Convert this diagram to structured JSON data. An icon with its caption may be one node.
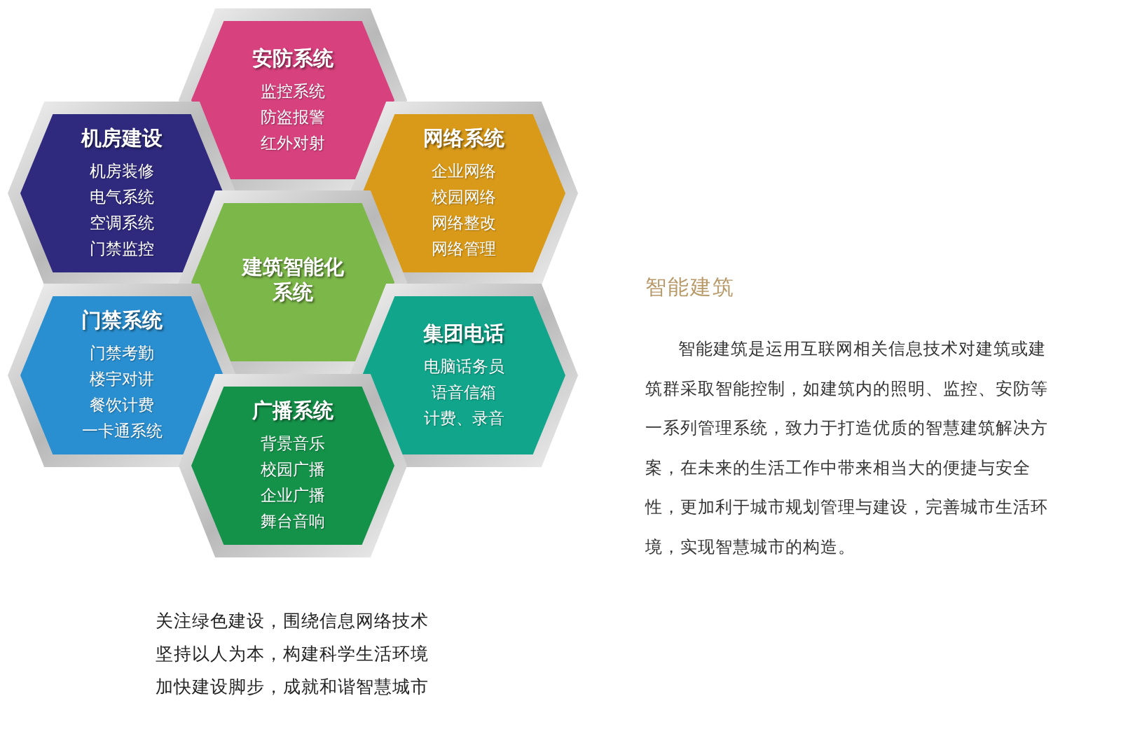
{
  "diagram": {
    "title": "智能建筑",
    "nodes": [
      {
        "text": [
          "安防系统",
          "监控系统",
          "防盗报警",
          "红外对射"
        ]
      },
      {
        "text": [
          "机房建设",
          "机房装修",
          "电气系统",
          "空调系统",
          "门禁监控"
        ]
      },
      {
        "text": [
          "网络系统",
          "企业网络",
          "校园网络",
          "网络整改",
          "网络管理"
        ]
      },
      {
        "text": [
          "建筑智能化系统"
        ]
      },
      {
        "text": [
          "门禁系统",
          "门禁考勤",
          "楼宇对讲",
          "餐饮计费",
          "一卡通系统"
        ]
      },
      {
        "text": [
          "集团电话",
          "电脑话务员",
          "语音信箱",
          "计费、录音"
        ]
      },
      {
        "text": [
          "广播系统",
          "背景音乐",
          "校园广播",
          "企业广播",
          "舞台音响"
        ]
      }
    ],
    "labels": [
      "智能建筑是运用互联网相关信息技术对建筑或建筑群采取智能控制，如建筑内的照明、监控、安防等一系列管理系统，致力于打造优质的智慧建筑解决方案，在未来的生活工作中带来相当大的便捷与安全性，更加利于城市规划管理与建设，完善城市生活环境，实现智慧城市的构造。",
      "关注绿色建设，围绕信息网络技术",
      "坚持以人为本，构建科学生活环境",
      "加快建设脚步，成就和谐智慧城市"
    ]
  }
}
